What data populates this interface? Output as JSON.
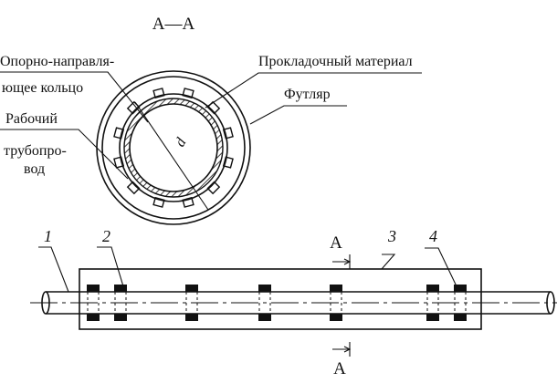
{
  "section_title": "A—A",
  "cross_section": {
    "labels": {
      "support_ring_line1": "Опорно-направля-",
      "support_ring_line2": "ющее кольцо",
      "pipe_line1": "Рабочий",
      "pipe_line2": "трубопро-",
      "pipe_line3": "вод",
      "padding": "Прокладочный материал",
      "casing": "Футляр",
      "diameter": "d"
    }
  },
  "side_view": {
    "numbers": [
      "1",
      "2",
      "3",
      "4"
    ],
    "section_mark_top": "A",
    "section_mark_bottom": "A"
  }
}
